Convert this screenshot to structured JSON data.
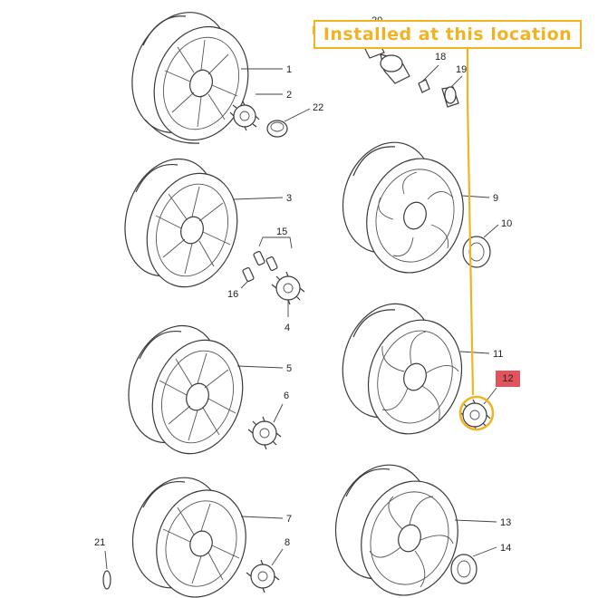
{
  "banner": {
    "text": "Installed at this location"
  },
  "highlight": {
    "part": "12",
    "color": "#f0b323",
    "box_color": "#e2535b"
  },
  "parts": {
    "p1": "1",
    "p2": "2",
    "p3": "3",
    "p4": "4",
    "p5": "5",
    "p6": "6",
    "p7": "7",
    "p8": "8",
    "p9": "9",
    "p10": "10",
    "p11": "11",
    "p13": "13",
    "p14": "14",
    "p15": "15",
    "p16": "16",
    "p18": "18",
    "p19": "19",
    "p20": "20",
    "p21": "21",
    "p22": "22"
  }
}
